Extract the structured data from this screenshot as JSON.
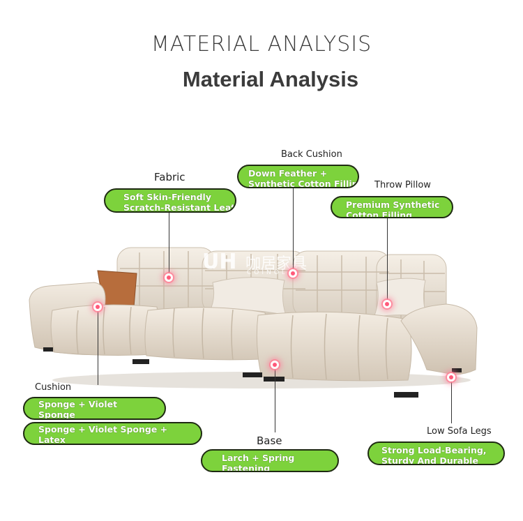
{
  "header": {
    "title_upper": "MATERIAL ANALYSIS",
    "title": "Material Analysis"
  },
  "watermark": {
    "logo": "UH",
    "text": "咖居家具",
    "sub": "COINOLD"
  },
  "callouts": {
    "fabric": {
      "label": "Fabric",
      "lines": [
        "Soft Skin-Friendly",
        "Scratch-Resistant Leather"
      ]
    },
    "back_cushion": {
      "label": "Back Cushion",
      "lines": [
        "Down Feather +",
        "Synthetic Cotton Filling"
      ]
    },
    "throw_pillow": {
      "label": "Throw Pillow",
      "lines": [
        "Premium Synthetic",
        "Cotton Filling"
      ]
    },
    "cushion": {
      "label": "Cushion",
      "option1": [
        "Sponge + Violet",
        "Sponge"
      ],
      "option2": [
        "Sponge + Violet Sponge +",
        "Latex"
      ]
    },
    "base": {
      "label": "Base",
      "lines": [
        "Larch + Spring",
        "Fastening"
      ]
    },
    "legs": {
      "label": "Low Sofa Legs",
      "lines": [
        "Strong Load-Bearing,",
        "Sturdy And Durable"
      ]
    }
  },
  "colors": {
    "pill": "#7dd23c",
    "pill_border": "#1e2a12",
    "sofa": "#ece3d6",
    "pillow_accent": "#b76d3c"
  }
}
